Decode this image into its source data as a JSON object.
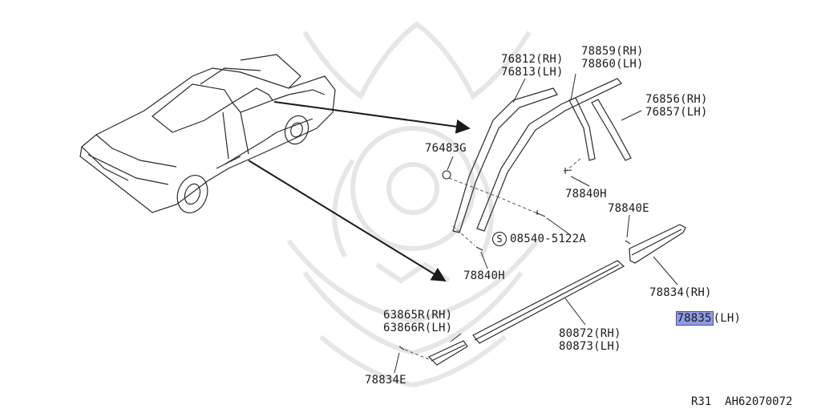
{
  "labels": {
    "p76812": "76812(RH)",
    "p76813": "76813(LH)",
    "p78859": "78859(RH)",
    "p78860": "78860(LH)",
    "p76856": "76856(RH)",
    "p76857": "76857(LH)",
    "p76483": "76483G",
    "p78840h_top": "78840H",
    "p78840e": "78840E",
    "s_mark": "S",
    "p08540": "08540-5122A",
    "p78840h_bottom": "78840H",
    "p78834_rh": "78834(RH)",
    "p78835_num": "78835",
    "p78835_side": "(LH)",
    "p63865": "63865R(RH)",
    "p63866": "63866R(LH)",
    "p80872": "80872(RH)",
    "p80873": "80873(LH)",
    "p78834e": "78834E"
  },
  "footer": {
    "ref_code": "R31  AH62070072"
  },
  "colors": {
    "line": "#2a2a2a",
    "highlight": "#8e9be0",
    "watermark": "#e6e6e6"
  }
}
